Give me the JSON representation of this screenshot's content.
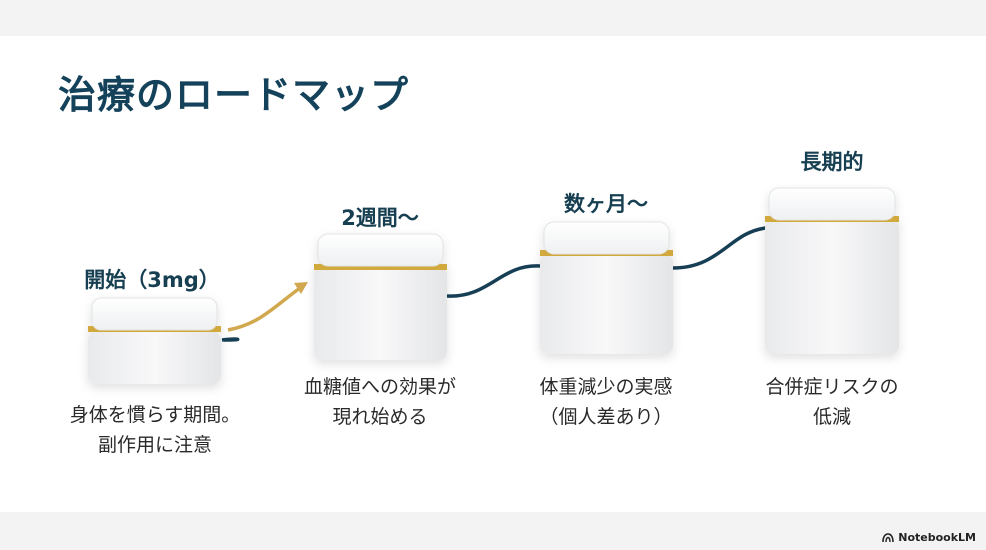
{
  "slide": {
    "title": "治療のロードマップ",
    "stages": [
      {
        "label": "開始（3mg）",
        "caption": [
          "身体を慣らす期間。",
          "副作用に注意"
        ]
      },
      {
        "label": "2週間〜",
        "caption": [
          "血糖値への効果が",
          "現れ始める"
        ]
      },
      {
        "label": "数ヶ月〜",
        "caption": [
          "体重減少の実感",
          "（個人差あり）"
        ]
      },
      {
        "label": "長期的",
        "caption": [
          "合併症リスクの",
          "低減"
        ]
      }
    ]
  },
  "brand": {
    "name": "NotebookLM",
    "icon": "notebooklm-logo-icon"
  },
  "colors": {
    "title": "#14425a",
    "connector": "#163f55",
    "arrow": "#d1a84e",
    "gold_band": "#d2a93d",
    "box": "#f4f5f6"
  }
}
